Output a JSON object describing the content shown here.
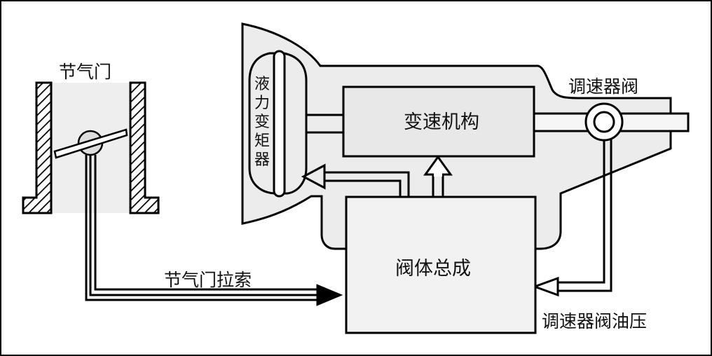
{
  "diagram": {
    "type": "automatic-transmission-control-schematic",
    "colors": {
      "stroke": "#000000",
      "housing_fill": "#ececec",
      "box_fill": "#e8e8e8",
      "valve_body_fill": "#f2f2f2",
      "throttle_bore_fill": "#eeeeee",
      "background": "#ffffff"
    },
    "labels": {
      "throttle": "节气门",
      "torque_converter": [
        "液",
        "力",
        "变",
        "矩",
        "器"
      ],
      "gear_mechanism": "变速机构",
      "governor_valve": "调速器阀",
      "valve_body": "阀体总成",
      "throttle_cable": "节气门拉索",
      "governor_pressure": "调速器阀油压"
    },
    "connections": [
      {
        "from": "throttle",
        "to": "valve_body",
        "via": "throttle_cable",
        "arrow": "solid"
      },
      {
        "from": "valve_body",
        "to": "gear_mechanism",
        "arrow": "hollow"
      },
      {
        "from": "valve_body",
        "to": "torque_converter",
        "arrow": "hollow"
      },
      {
        "from": "governor_valve",
        "to": "valve_body",
        "via": "governor_pressure",
        "arrow": "hollow"
      }
    ]
  }
}
